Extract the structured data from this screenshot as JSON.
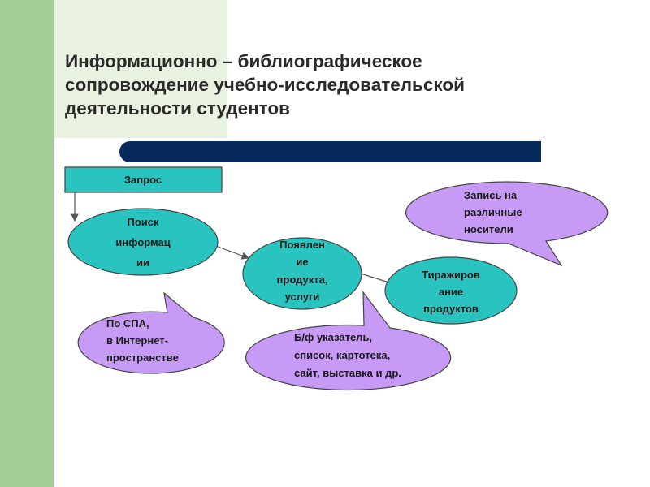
{
  "slide": {
    "title_lines": [
      "Информационно – библиографическое",
      "сопровождение учебно-исследовательской",
      "деятельности студентов"
    ]
  },
  "diagram": {
    "request": "Запрос",
    "search": [
      "Поиск",
      "информац",
      "ии"
    ],
    "appearance": [
      "Появлен",
      "ие",
      "продукта,",
      "услуги"
    ],
    "replication": [
      "Тиражиров",
      "ание",
      "продуктов"
    ],
    "recording": [
      "Запись на",
      "различные",
      "носители"
    ],
    "spa": [
      "По СПА,",
      "в Интернет-",
      "пространстве"
    ],
    "bibliography": [
      "Б/ф указатель,",
      "список, картотека,",
      "сайт, выставка и др."
    ]
  },
  "colors": {
    "teal": "#29c4bf",
    "lavender": "#c79bf5",
    "navy_bar": "#072a5c",
    "green_strip": "#a3cf96"
  }
}
